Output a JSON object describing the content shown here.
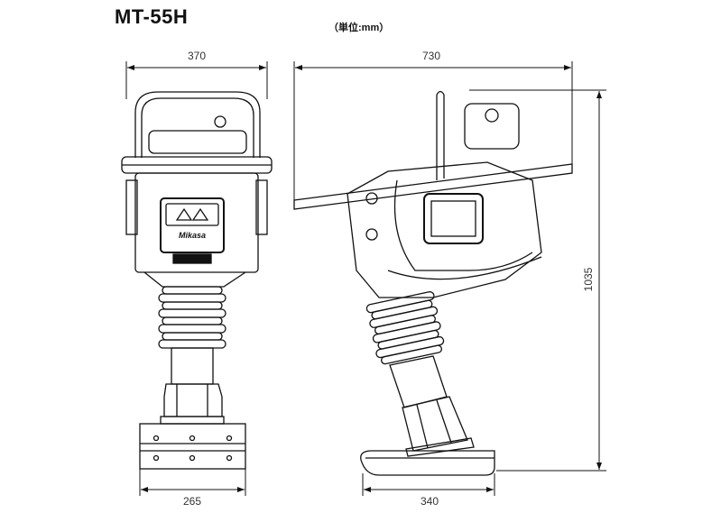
{
  "title": "MT-55H",
  "unit_note": "（単位:mm）",
  "logo_text": "Mikasa",
  "dimensions": {
    "front_width": "370",
    "front_foot_width": "265",
    "side_length": "730",
    "side_foot_length": "340",
    "height": "1035"
  },
  "colors": {
    "line": "#111111",
    "dimension": "#333333"
  }
}
